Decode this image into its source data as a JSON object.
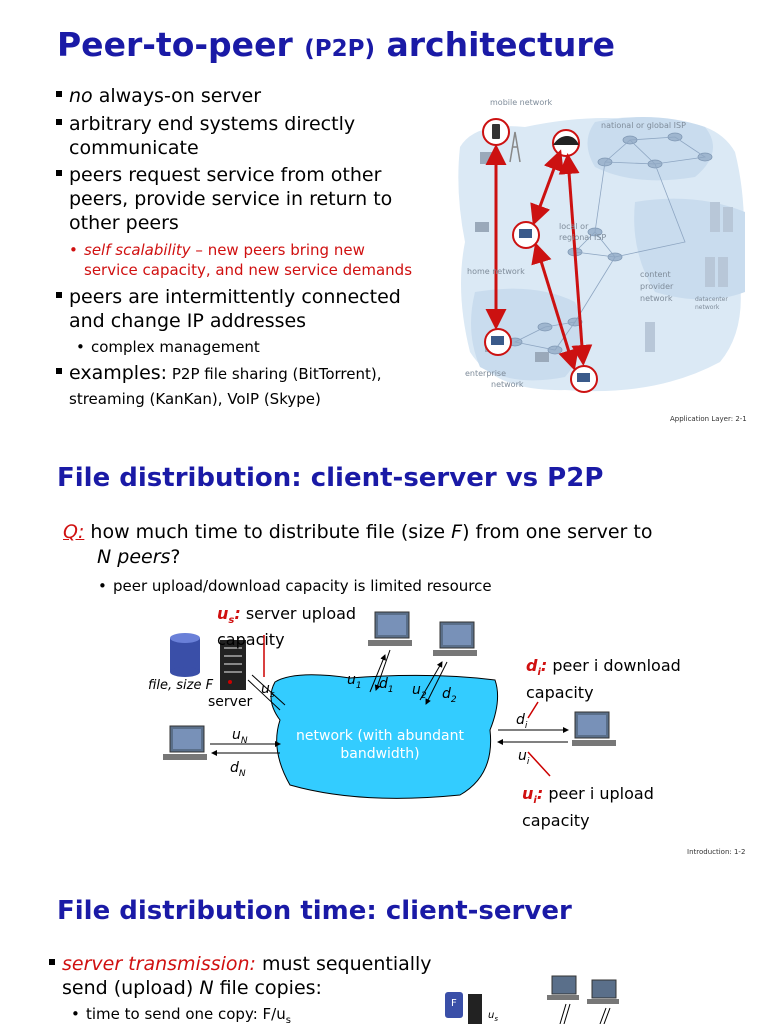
{
  "slide1": {
    "title_a": "Peer-to-peer",
    "title_b": "(P2P)",
    "title_c": "architecture",
    "bullets": {
      "b1_em": "no",
      "b1_rest": " always-on server",
      "b2_l1": "arbitrary end systems directly",
      "b2_l2": "communicate",
      "b3_l1": "peers request service from other",
      "b3_l2": "peers, provide service in return to",
      "b3_l3": "other peers",
      "sub1_em": "self scalability",
      "sub1_rest": " – new peers bring new",
      "sub1_l2": "service capacity, and new service demands",
      "b4_l1": "peers are intermittently connected",
      "b4_l2": "and change IP addresses",
      "sub2": "complex management",
      "b5_big": "examples:",
      "b5_rest": " P2P file sharing (BitTorrent),",
      "b5_l2": "streaming (KanKan), VoIP (Skype)"
    },
    "figure": {
      "mobile": "mobile network",
      "isp": "national or global ISP",
      "local_l1": "local or",
      "local_l2": "regional ISP",
      "home": "home network",
      "content_l1": "content",
      "content_l2": "provider",
      "content_l3": "network",
      "dc_l1": "datacenter",
      "dc_l2": "network",
      "ent_l1": "enterprise",
      "ent_l2": "network"
    },
    "footer": "Application Layer: 2-1"
  },
  "slide2": {
    "title": "File distribution: client-server vs P2P",
    "q": "Q:",
    "question_a": " how much time to distribute file (size ",
    "F": "F",
    "question_b": ") from one server to",
    "N": "N",
    "peers": " peers",
    "qmark": "?",
    "sub": "peer upload/download capacity is limited resource",
    "us_label": "u",
    "us_sub": "s",
    "us_colon": ":",
    "us_text_l1": " server upload",
    "us_text_l2": "capacity",
    "file_label": "file, size F",
    "server": "server",
    "network_l1": "network (with abundant",
    "network_l2": "bandwidth)",
    "di_label": "d",
    "di_sub": "i",
    "di_colon": ":",
    "di_text_l1": " peer i download",
    "di_text_l2": "capacity",
    "ui_label": "u",
    "ui_sub": "i",
    "ui_colon": ":",
    "ui_text_l1": " peer i upload",
    "ui_text_l2": "capacity",
    "link_us": "u",
    "link_us_sub": "s",
    "link_u1": "u",
    "link_u1_sub": "1",
    "link_d1": "d",
    "link_d1_sub": "1",
    "link_u2": "u",
    "link_u2_sub": "2",
    "link_d2": "d",
    "link_d2_sub": "2",
    "link_uN": "u",
    "link_uN_sub": "N",
    "link_dN": "d",
    "link_dN_sub": "N",
    "link_di": "d",
    "link_di_sub": "i",
    "link_ui": "u",
    "link_ui_sub": "i",
    "footer": "Introduction: 1-2"
  },
  "slide3": {
    "title": "File distribution time: client-server",
    "b1_em": "server transmission:",
    "b1_rest": " must sequentially",
    "b1_l2a": "send (upload) ",
    "b1_N": "N",
    "b1_l2b": " file copies:",
    "sub1": "time to send one copy: F/u",
    "sub1_sub": "s",
    "fig_F": "F",
    "fig_us": "u",
    "fig_us_sub": "s"
  },
  "colors": {
    "title": "#1a1aa6",
    "accent_red": "#d01010",
    "cloud": "#33ccff",
    "net_bg": "#dbe9f5"
  }
}
